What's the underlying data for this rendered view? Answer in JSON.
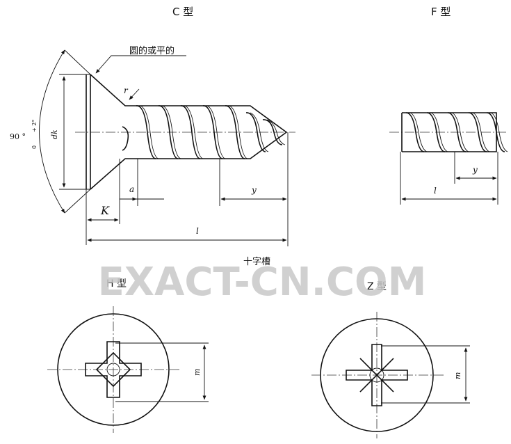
{
  "labels": {
    "type_c": "C 型",
    "type_f": "F 型",
    "head_note": "圆的或平的",
    "angle": "90 ° ",
    "angle_tol_plus": "+ 2°",
    "angle_tol_minus": "0",
    "dim_dk": "dk",
    "dim_r": "r",
    "dim_a": "a",
    "dim_y": "y",
    "dim_y_f": "y",
    "dim_k": "K",
    "dim_l": "l",
    "dim_l_f": "l",
    "recess_title": "十字槽",
    "type_h": "H 型",
    "type_z": "Z 型",
    "dim_m_h": "m",
    "dim_m_z": "m"
  },
  "watermark": "EXACT-CN.COM"
}
